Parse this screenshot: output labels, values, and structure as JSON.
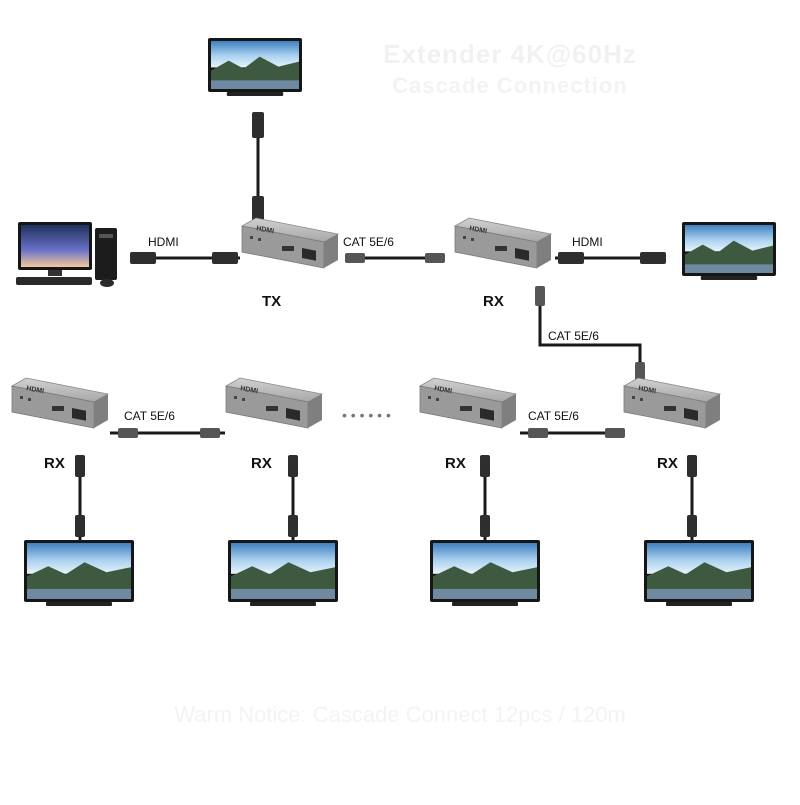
{
  "labels": {
    "tx": "TX",
    "rx": "RX",
    "hdmi": "HDMI",
    "cat": "CAT 5E/6",
    "device_brand": "HDMI",
    "ellipsis": "• • • • • •"
  },
  "faint_text": {
    "title_line1": "Extender 4K@60Hz",
    "title_line2": "Cascade Connection",
    "note": "Warm Notice: Cascade Connect 12pcs / 120m"
  },
  "colors": {
    "background": "#ffffff",
    "device_body": "#8e8e8e",
    "device_top": "#c4c4c4",
    "cable": "#1a1a1a",
    "connector": "#3a3a3a",
    "screen_sky": "#5fa6d6",
    "screen_mountain": "#3d5a40",
    "monitor_frame": "#161616"
  }
}
